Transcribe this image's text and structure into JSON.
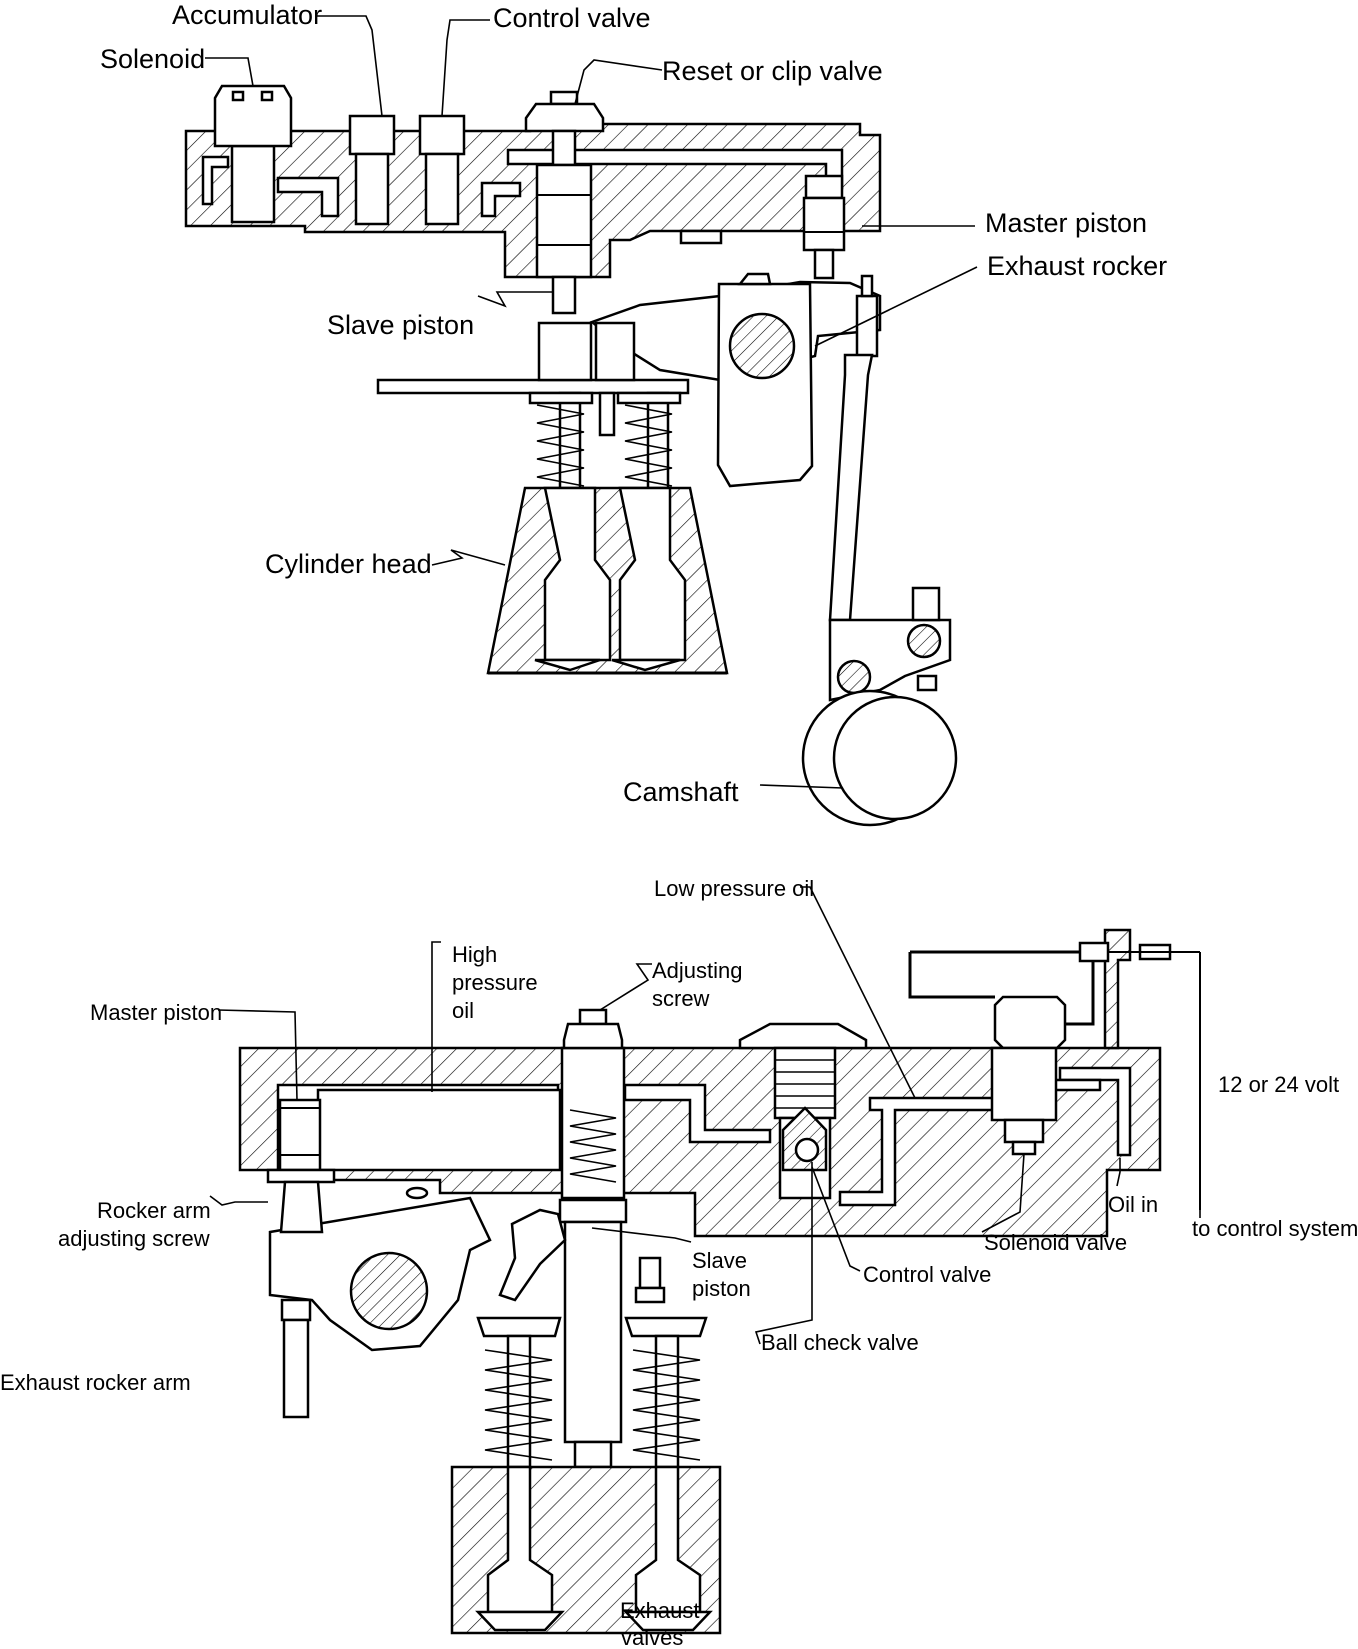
{
  "top_diagram": {
    "labels": {
      "accumulator": "Accumulator",
      "control_valve": "Control valve",
      "solenoid": "Solenoid",
      "reset_clip_valve": "Reset or clip valve",
      "master_piston": "Master piston",
      "exhaust_rocker": "Exhaust rocker",
      "slave_piston": "Slave piston",
      "cylinder_head": "Cylinder head",
      "camshaft": "Camshaft"
    }
  },
  "bottom_diagram": {
    "labels": {
      "low_pressure_oil": "Low pressure oil",
      "high_pressure_oil_1": "High",
      "high_pressure_oil_2": "pressure",
      "high_pressure_oil_3": "oil",
      "adjusting_screw_1": "Adjusting",
      "adjusting_screw_2": "screw",
      "master_piston": "Master piston",
      "voltage": "12 or 24 volt",
      "rocker_arm_adjusting_screw_1": "Rocker arm",
      "rocker_arm_adjusting_screw_2": "adjusting screw",
      "oil_in": "Oil in",
      "to_control_system": "to control system",
      "solenoid_valve": "Solenoid valve",
      "slave_piston_1": "Slave",
      "slave_piston_2": "piston",
      "control_valve": "Control valve",
      "ball_check_valve": "Ball check valve",
      "exhaust_rocker_arm": "Exhaust rocker arm",
      "exhaust_valves_1": "Exhaust",
      "exhaust_valves_2": "valves"
    }
  }
}
